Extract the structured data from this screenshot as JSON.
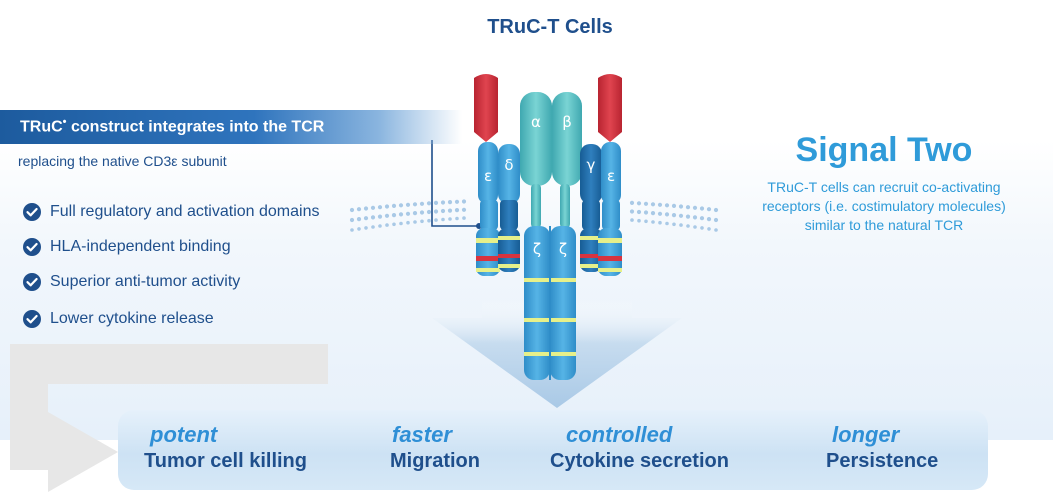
{
  "title": "TRuC-T Cells",
  "construct": {
    "title": "TRuC",
    "title_mark": "•",
    "title_rest": " construct integrates into the TCR",
    "subtitle": "replacing the native CD3ε subunit"
  },
  "features": [
    {
      "label": "Full regulatory and activation domains",
      "icon": "check-circle-icon"
    },
    {
      "label": "HLA-independent binding",
      "icon": "check-circle-icon"
    },
    {
      "label": "Superior anti-tumor activity",
      "icon": "check-circle-icon"
    },
    {
      "label": "Lower cytokine release",
      "icon": "check-circle-icon"
    }
  ],
  "signal": {
    "title": "Signal Two",
    "description_lines": [
      "TRuC-T cells can recruit co-activating",
      "receptors (i.e. costimulatory molecules)",
      "similar to the natural TCR"
    ]
  },
  "chains": {
    "epsilon_left": "ε",
    "delta": "δ",
    "alpha": "α",
    "beta": "β",
    "gamma": "γ",
    "epsilon_right": "ε",
    "zeta_left": "ζ",
    "zeta_right": "ζ"
  },
  "outcomes": [
    {
      "qualifier": "potent",
      "name": "Tumor cell killing"
    },
    {
      "qualifier": "faster",
      "name": "Migration"
    },
    {
      "qualifier": "controlled",
      "name": "Cytokine secretion"
    },
    {
      "qualifier": "longer",
      "name": "Persistence"
    }
  ],
  "colors": {
    "navy": "#1f4f8c",
    "sky": "#2f9bd9",
    "receptor_red": "#d8333f",
    "chain_blue": "#3f9fd4",
    "chain_dark": "#1f6aa6",
    "chain_teal": "#5cc1c4",
    "band_yellow": "#e6f08a"
  }
}
